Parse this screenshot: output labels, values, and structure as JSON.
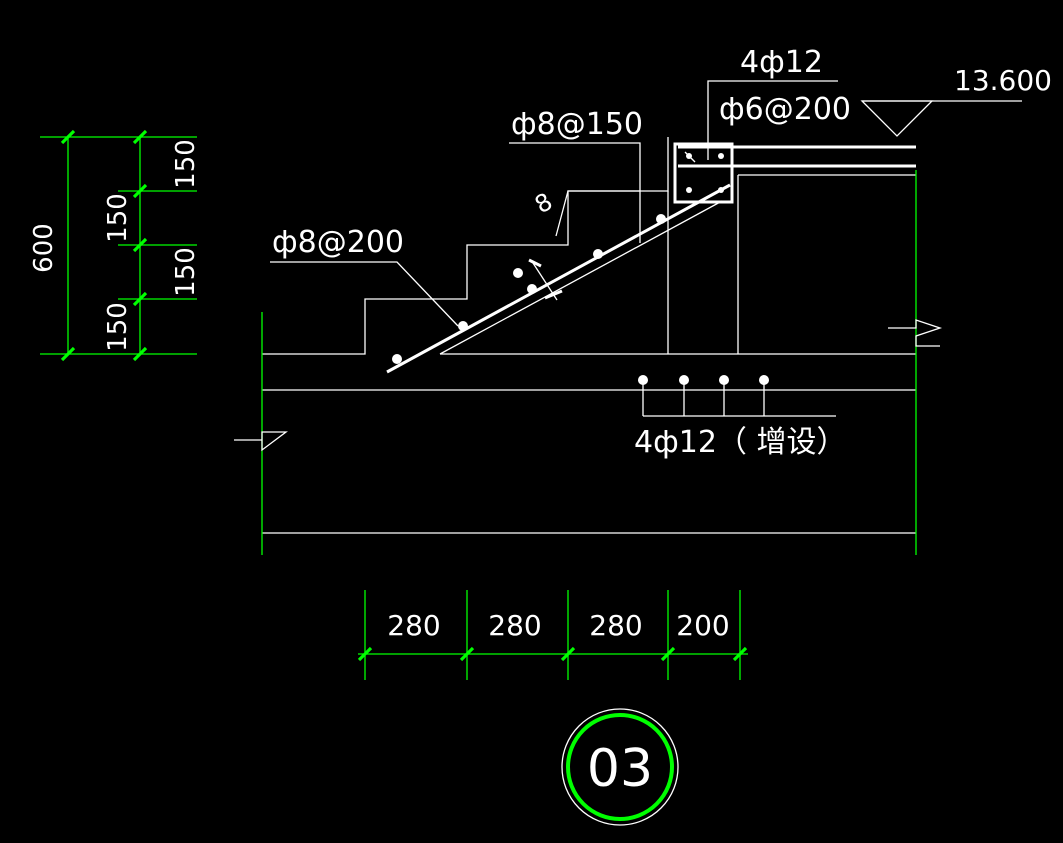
{
  "drawing": {
    "colors": {
      "background": "#000000",
      "line": "#ffffff",
      "dimension": "#00ff00"
    },
    "elevation_label": "13.600",
    "beam_top_bar_label": "4ф12",
    "beam_stirrup_label": "ф6@200",
    "stair_distribution_label": "ф8@150",
    "bar_mark_label": "8",
    "stair_main_label": "ф8@200",
    "added_bar_label": "4ф12（ 增设）",
    "vertical_dims": {
      "total": "600",
      "right_segments": [
        "150",
        "150"
      ],
      "left_segments": [
        "150",
        "150"
      ]
    },
    "horizontal_dims": [
      "280",
      "280",
      "280",
      "200"
    ],
    "detail_number": "03"
  }
}
